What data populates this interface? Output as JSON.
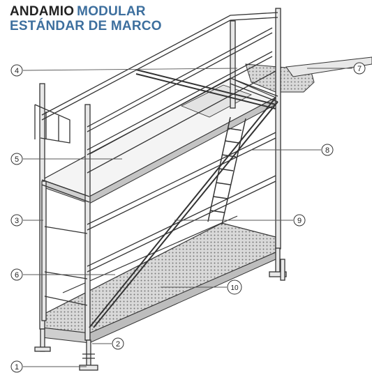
{
  "title": {
    "line1_word1": "ANDAMIO",
    "line1_word2": "MODULAR",
    "line2": "ESTÁNDAR DE MARCO"
  },
  "colors": {
    "title_dark": "#222222",
    "title_accent": "#3d6f9e",
    "line": "#333333",
    "deck": "#d9d9d9",
    "deck_dots": "#777777",
    "tube_fill": "#e8e8e8"
  },
  "callouts": [
    {
      "id": "1",
      "label": "1"
    },
    {
      "id": "2",
      "label": "2"
    },
    {
      "id": "3",
      "label": "3"
    },
    {
      "id": "4",
      "label": "4"
    },
    {
      "id": "5",
      "label": "5"
    },
    {
      "id": "6",
      "label": "6"
    },
    {
      "id": "7",
      "label": "7"
    },
    {
      "id": "8",
      "label": "8"
    },
    {
      "id": "9",
      "label": "9"
    },
    {
      "id": "10",
      "label": "10"
    }
  ]
}
